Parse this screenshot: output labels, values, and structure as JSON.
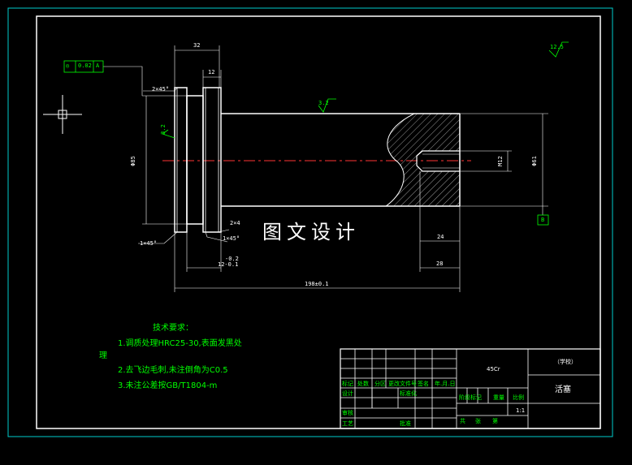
{
  "colors": {
    "background": "#000000",
    "frame": "#ffffff",
    "outer_frame": "#00cccc",
    "annotation": "#00ff00",
    "centerline": "#ff3333"
  },
  "dimensions": {
    "d32": "32",
    "d12": "12",
    "chamfer_top": "2×45°",
    "chamfer_right": "2×4",
    "chamfer_bottom_left": "1×45°",
    "chamfer_bottom_mid": "1×45°",
    "tol_12": "12-0.1",
    "tol_12_upper": "-0.2",
    "length_total": "198±0.1",
    "d24": "24",
    "d28": "28",
    "thread": "M12",
    "dia_left": "Φ85",
    "dia_right": "Φ61",
    "rough_top": "3.2",
    "rough_left": "3.2",
    "rough_corner": "12.5"
  },
  "tolerance_frame": {
    "symbol": "◎",
    "value": "0.02",
    "datum": "A"
  },
  "datum_label": "B",
  "watermark": "图文设计",
  "tech_requirements": {
    "title": "技术要求：",
    "line1": "1.调质处理HRC25-30,表面发黑处",
    "line1_cont": "理",
    "line2": "2.去飞边毛刺,未注倒角为C0.5",
    "line3": "3.未注公差按GB/T1804-m"
  },
  "title_block": {
    "material": "45Cr",
    "company": "（学校）",
    "part_name": "活塞",
    "scale": "1:1",
    "labels": {
      "biaoji": "标记",
      "chushu": "处数",
      "fenqu": "分区",
      "gengai": "更改文件号",
      "qianming": "签名",
      "nianyueri": "年.月.日",
      "sheji": "设计",
      "biaozhunhua": "标准化",
      "jieduan": "阶段标记",
      "zhongliang": "重量",
      "bili": "比例",
      "shenhe": "审核",
      "gongyi": "工艺",
      "pizhun": "批准",
      "gong": "共",
      "zhang": "张",
      "di": "第"
    }
  }
}
